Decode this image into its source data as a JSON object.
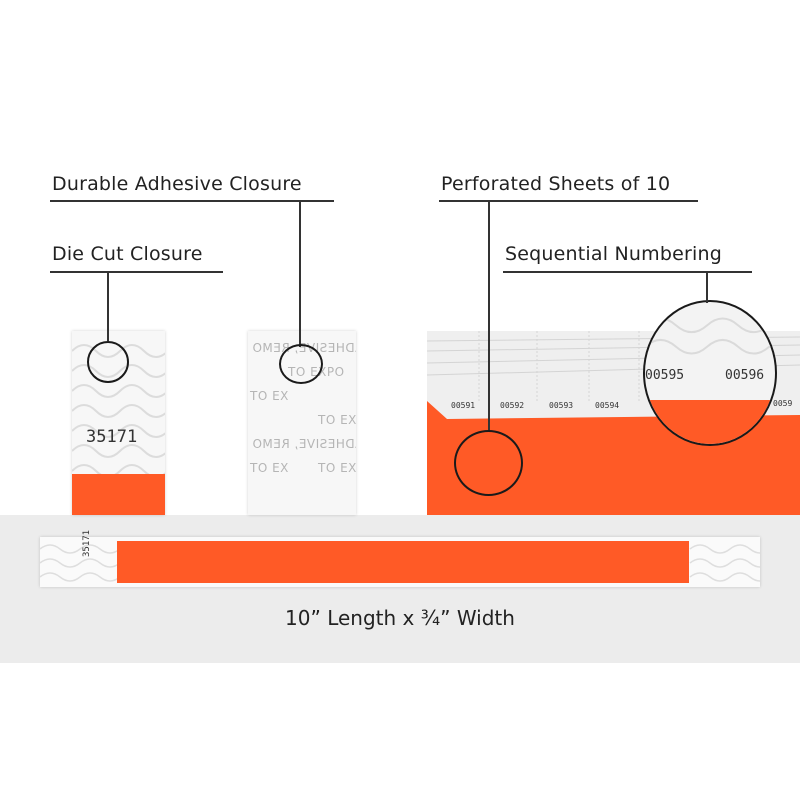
{
  "labels": {
    "durable": "Durable Adhesive Closure",
    "die_cut": "Die Cut Closure",
    "perforated": "Perforated Sheets of 10",
    "sequential": "Sequential Numbering"
  },
  "band_numbers": {
    "closeup": "35171",
    "full_band": "35171",
    "sheet": [
      "00591",
      "00592",
      "00593",
      "00594"
    ],
    "zoom": [
      "00595",
      "00596"
    ],
    "edge": "0059"
  },
  "liner_text": {
    "line1": "ADHESIVE, REMO",
    "line2": "TO EXPO",
    "line3": "TO EX"
  },
  "caption": "10” Length x ¾” Width",
  "colors": {
    "accent": "#ff5a26",
    "panel": "#ececec",
    "band": "#f7f7f7"
  }
}
